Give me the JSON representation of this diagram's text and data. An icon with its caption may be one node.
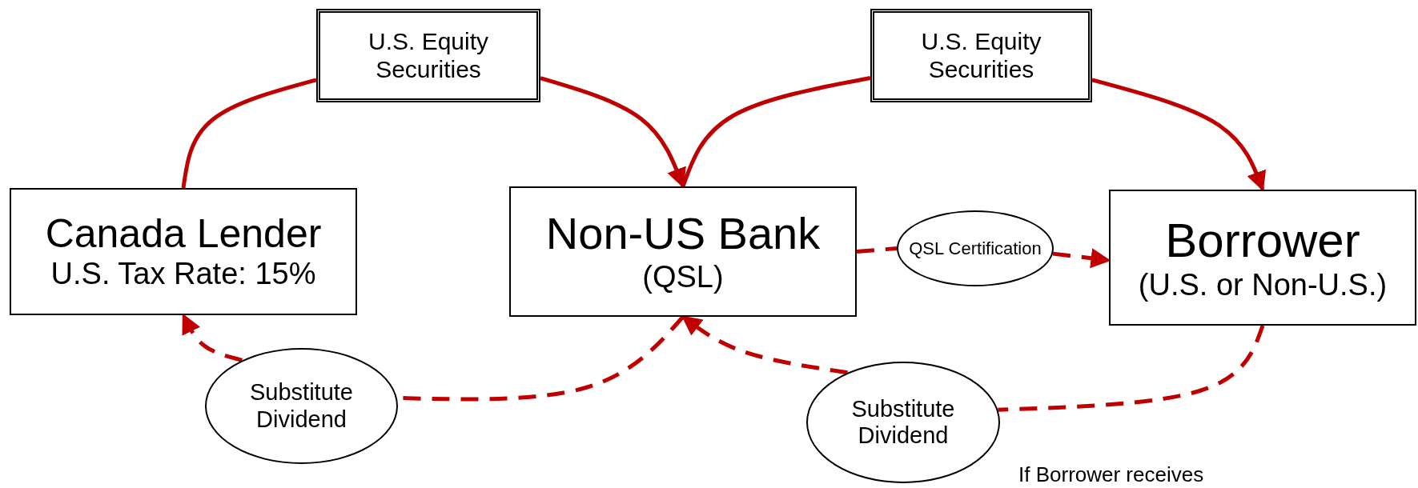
{
  "diagram": {
    "nodes": [
      {
        "text": [
          "U.S. Equity Securities"
        ]
      },
      {
        "text": [
          "U.S. Equity Securities"
        ]
      },
      {
        "text": [
          "Canada Lender",
          "U.S. Tax Rate: 15%"
        ]
      },
      {
        "text": [
          "Non-US Bank",
          "(QSL)"
        ]
      },
      {
        "text": [
          "QSL Certification"
        ]
      },
      {
        "text": [
          "Borrower",
          "(U.S. or Non-U.S.)"
        ]
      },
      {
        "text": [
          "Substitute Dividend"
        ]
      },
      {
        "text": [
          "Substitute Dividend"
        ]
      }
    ],
    "edges": [
      {
        "from": 2,
        "to": 0,
        "arrow": "none"
      },
      {
        "from": 0,
        "to": 3,
        "arrow": "to"
      },
      {
        "from": 3,
        "to": 1,
        "arrow": "none"
      },
      {
        "from": 1,
        "to": 5,
        "arrow": "to"
      },
      {
        "from": 3,
        "to": 4,
        "arrow": "none",
        "style": "dashed"
      },
      {
        "from": 4,
        "to": 5,
        "arrow": "to",
        "style": "dashed"
      },
      {
        "from": 5,
        "to": 7,
        "arrow": "none",
        "style": "dashed"
      },
      {
        "from": 7,
        "to": 3,
        "arrow": "to",
        "style": "dashed"
      },
      {
        "from": 3,
        "to": 6,
        "arrow": "none",
        "style": "dashed"
      },
      {
        "from": 6,
        "to": 2,
        "arrow": "to",
        "style": "dashed"
      }
    ],
    "labels": [
      "If Borrower receives"
    ]
  }
}
